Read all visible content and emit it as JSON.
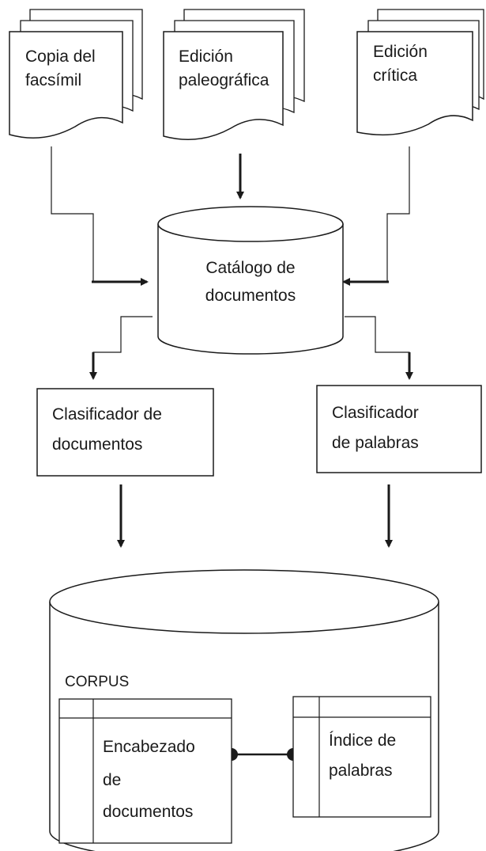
{
  "sources": [
    {
      "line1": "Copia del",
      "line2": "facsímil"
    },
    {
      "line1": "Edición",
      "line2": "paleográfica"
    },
    {
      "line1": "Edición",
      "line2": "crítica"
    }
  ],
  "catalog": {
    "line1": "Catálogo de",
    "line2": "documentos"
  },
  "classifiers": [
    {
      "line1": "Clasificador de",
      "line2": "documentos"
    },
    {
      "line1": "Clasificador",
      "line2": "de palabras"
    }
  ],
  "corpus": {
    "label": "CORPUS",
    "header_table": {
      "line1": "Encabezado",
      "line2": "de",
      "line3": "documentos"
    },
    "index_table": {
      "line1": "Índice de",
      "line2": "palabras"
    }
  },
  "colors": {
    "stroke": "#1a1a1a",
    "fill": "#ffffff"
  }
}
